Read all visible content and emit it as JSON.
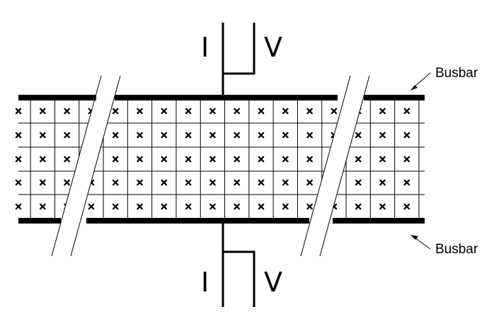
{
  "diagram": {
    "top_current_label": "I",
    "top_voltage_label": "V",
    "bottom_current_label": "I",
    "bottom_voltage_label": "V",
    "top_busbar_label": "Busbar",
    "bottom_busbar_label": "Busbar"
  },
  "colors": {
    "ink": "#000000",
    "background": "#ffffff"
  }
}
